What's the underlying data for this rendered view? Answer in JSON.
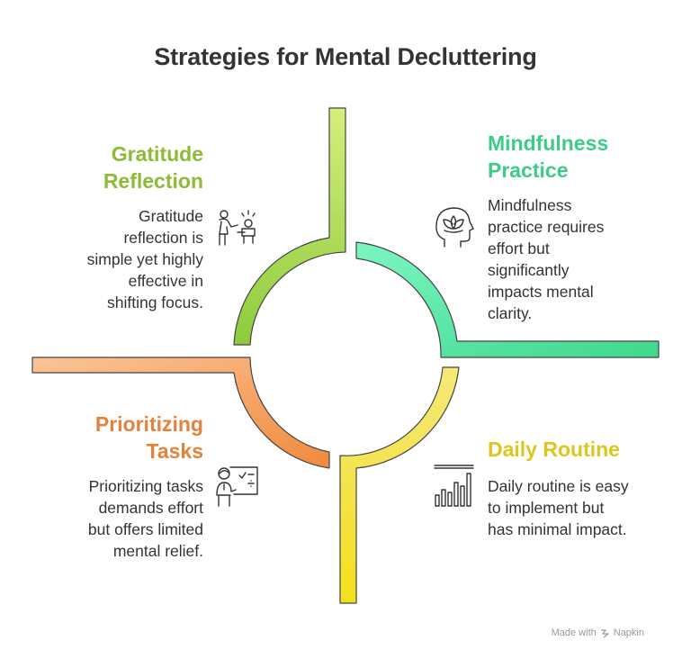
{
  "title": "Strategies for Mental Decluttering",
  "quadrants": {
    "top_left": {
      "heading_line1": "Gratitude",
      "heading_line2": "Reflection",
      "desc_lines": [
        "Gratitude",
        "reflection is",
        "simple yet highly",
        "effective in",
        "shifting focus."
      ],
      "color": "#8dc63f",
      "icon": "gratitude-icon"
    },
    "top_right": {
      "heading_line1": "Mindfulness",
      "heading_line2": "Practice",
      "desc_lines": [
        "Mindfulness",
        "practice requires",
        "effort but",
        "significantly",
        "impacts mental",
        "clarity."
      ],
      "color": "#3ecf8e",
      "icon": "meditation-head-icon"
    },
    "bottom_left": {
      "heading_line1": "Prioritizing",
      "heading_line2": "Tasks",
      "desc_lines": [
        "Prioritizing tasks",
        "demands effort",
        "but offers limited",
        "mental relief."
      ],
      "color": "#e8843c",
      "icon": "task-planning-icon"
    },
    "bottom_right": {
      "heading_line1": "Daily Routine",
      "desc_lines": [
        "Daily routine is easy",
        "to implement but",
        "has minimal impact."
      ],
      "color": "#e3cc1f",
      "icon": "bar-chart-icon"
    }
  },
  "footer": {
    "made_with": "Made with",
    "brand": "Napkin"
  }
}
